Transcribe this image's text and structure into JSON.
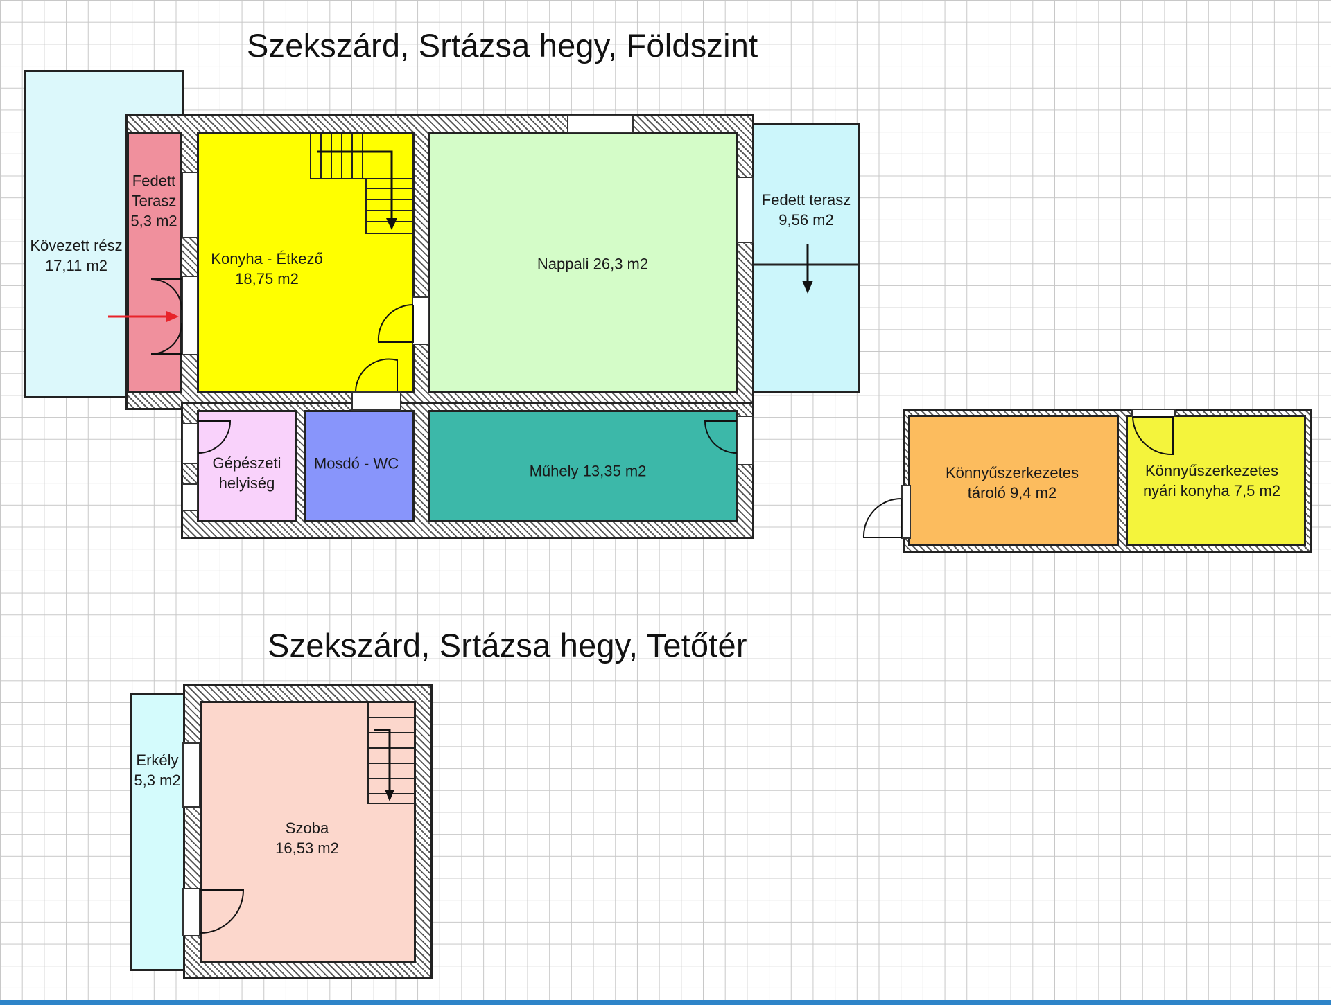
{
  "titles": {
    "ground": "Szekszárd, Srtázsa hegy, Földszint",
    "attic": "Szekszárd, Srtázsa hegy, Tetőtér"
  },
  "rooms": {
    "kovezett": {
      "line1": "Kövezett rész",
      "line2": "17,11 m2",
      "color": "#dcf8fb"
    },
    "fedett_terasz_bal": {
      "line1": "Fedett",
      "line2": "Terasz",
      "line3": "5,3 m2",
      "color": "#f0909d"
    },
    "konyha": {
      "line1": "Konyha - Étkező",
      "line2": "18,75 m2",
      "color": "#ffff00"
    },
    "nappali": {
      "line1": "Nappali 26,3 m2",
      "color": "#d4fcc8"
    },
    "fedett_terasz_jobb": {
      "line1": "Fedett terasz",
      "line2": "9,56 m2",
      "color": "#ccf6fb"
    },
    "gepeszeti": {
      "line1": "Gépészeti",
      "line2": "helyiség",
      "color": "#f9d2fb"
    },
    "mosdo": {
      "line1": "Mosdó - WC",
      "color": "#8895fb"
    },
    "muhely": {
      "line1": "Műhely 13,35 m2",
      "color": "#3cb8a9"
    },
    "tarolo": {
      "line1": "Könnyűszerkezetes",
      "line2": "tároló 9,4 m2",
      "color": "#fcbc5e"
    },
    "nyari_konyha": {
      "line1": "Könnyűszerkezetes",
      "line2": "nyári konyha 7,5 m2",
      "color": "#f4f43c"
    },
    "erkely": {
      "line1": "Erkély",
      "line2": "5,3 m2",
      "color": "#d4fbfc"
    },
    "szoba": {
      "line1": "Szoba",
      "line2": "16,53 m2",
      "color": "#fcd7cc"
    }
  }
}
